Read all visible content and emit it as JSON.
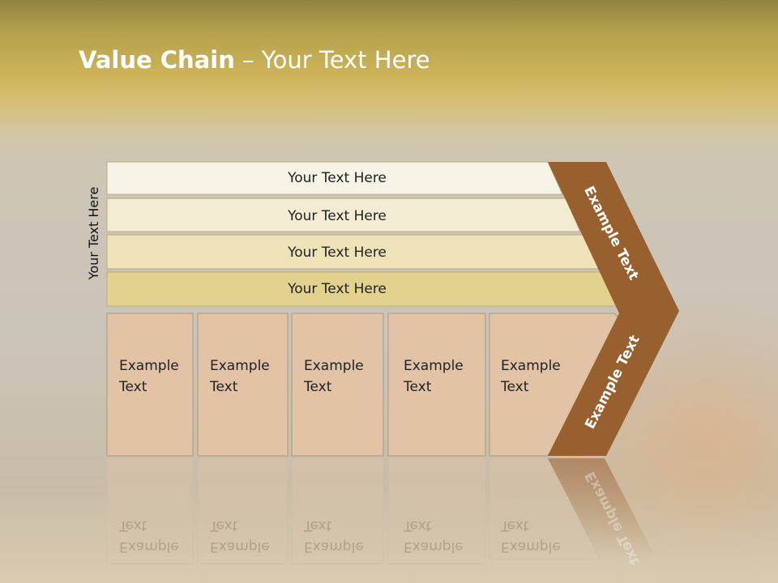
{
  "slide": {
    "title_bold": "Value Chain",
    "title_rest": " – Your Text Here",
    "side_label": "Your Text Here"
  },
  "bars": [
    {
      "label": "Your Text Here"
    },
    {
      "label": "Your Text Here"
    },
    {
      "label": "Your Text Here"
    },
    {
      "label": "Your Text Here"
    }
  ],
  "columns": [
    {
      "line1": "Example",
      "line2": "Text"
    },
    {
      "line1": "Example",
      "line2": "Text"
    },
    {
      "line1": "Example",
      "line2": "Text"
    },
    {
      "line1": "Example",
      "line2": "Text"
    },
    {
      "line1": "Example",
      "line2": "Text"
    }
  ],
  "chevron": {
    "upper_label": "Example Text",
    "lower_label": "Example Text"
  },
  "colors": {
    "bar_fills": [
      "#f7f3e6",
      "#f3ecd2",
      "#eee3b8",
      "#e3d18e"
    ],
    "box_fill": "#e2c3a5",
    "chevron_fill": "#985f2f"
  }
}
